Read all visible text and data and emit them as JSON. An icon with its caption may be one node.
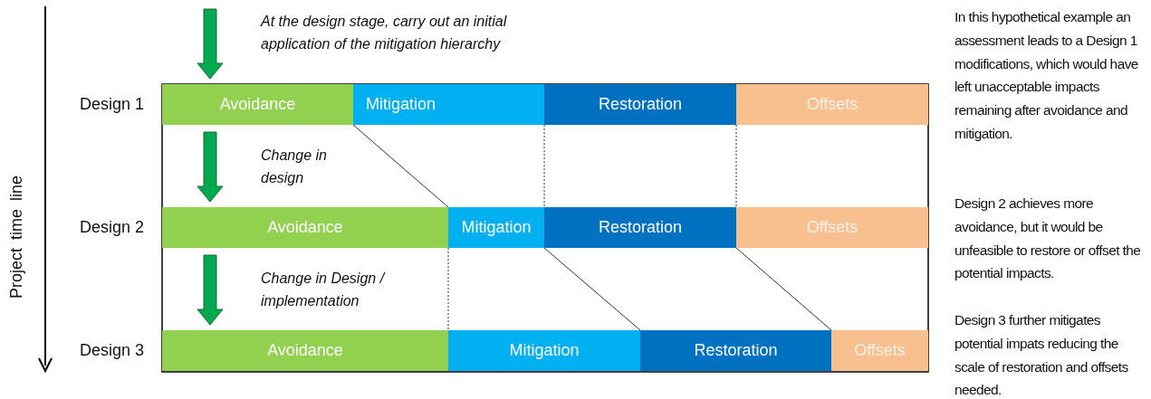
{
  "diagram": {
    "nodes": [
      {
        "text": [
          "Avoidance"
        ]
      },
      {
        "text": [
          "Mitigation"
        ]
      },
      {
        "text": [
          "Restoration"
        ]
      },
      {
        "text": [
          "Offsets"
        ]
      },
      {
        "text": [
          "Avoidance"
        ]
      },
      {
        "text": [
          "Mitigation"
        ]
      },
      {
        "text": [
          "Restoration"
        ]
      },
      {
        "text": [
          "Offsets"
        ]
      },
      {
        "text": [
          "Avoidance"
        ]
      },
      {
        "text": [
          "Mitigation"
        ]
      },
      {
        "text": [
          "Restoration"
        ]
      },
      {
        "text": [
          "Offsets"
        ]
      }
    ],
    "edges": [
      {
        "from": null,
        "to": 0,
        "arrow": "to",
        "label": "At the design stage, carry out an initial application of the mitigation hierarchy",
        "style": "thick",
        "color": "#00a94f"
      },
      {
        "from": 0,
        "to": 4,
        "arrow": "to",
        "label": "Change in design",
        "style": "thick",
        "color": "#00a94f"
      },
      {
        "from": 4,
        "to": 8,
        "arrow": "to",
        "label": "Change in Design / implementation",
        "style": "thick",
        "color": "#00a94f"
      },
      {
        "from": 0,
        "to": 5,
        "arrow": "none"
      },
      {
        "from": 1,
        "to": 5,
        "arrow": "none",
        "style": "dashed"
      },
      {
        "from": 2,
        "to": 6,
        "arrow": "none",
        "style": "dashed"
      },
      {
        "from": 5,
        "to": 9,
        "arrow": "none",
        "style": "dashed"
      },
      {
        "from": 5,
        "to": 10,
        "arrow": "none"
      },
      {
        "from": 6,
        "to": 11,
        "arrow": "none"
      }
    ],
    "labels": [
      "Design 1",
      "Design 2",
      "Design 3",
      "Project time line",
      "In this hypothetical example an assessment leads to a Design 1 modifications, which would have left unacceptable impacts remaining after avoidance and mitigation.",
      "Design 2 achieves more avoidance, but it would be unfeasible to restore or offset the potential impacts.",
      "Design 3 further mitigates potential impats reducing the scale of restoration and offsets needed."
    ]
  }
}
